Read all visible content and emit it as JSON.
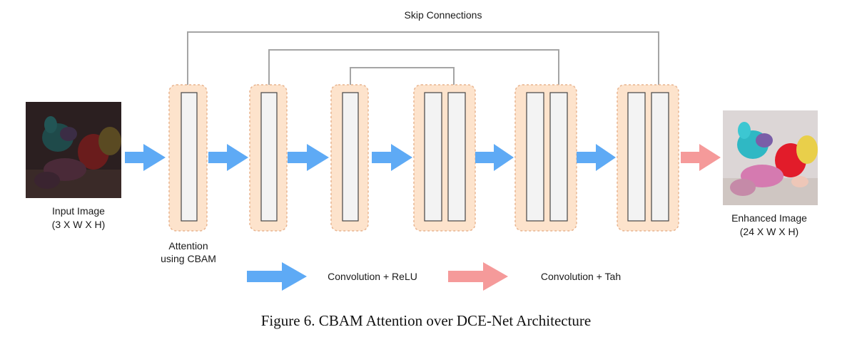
{
  "diagram": {
    "skip_label": "Skip Connections",
    "input_label_line1": "Input Image",
    "input_label_line2": "(3 X W X H)",
    "attention_label_line1": "Attention",
    "attention_label_line2": "using CBAM",
    "output_label_line1": "Enhanced Image",
    "output_label_line2": "(24 X W X H)",
    "legend": [
      {
        "label": "Convolution + ReLU",
        "color": "#5eaaf5"
      },
      {
        "label": "Convolution + Tah",
        "color": "#f59a9a"
      }
    ],
    "colors": {
      "block_fill": "#fde3cc",
      "block_border": "#e8b48f",
      "layer_fill": "#f3f3f3",
      "layer_border": "#444444",
      "skip_line": "#a5a5a5"
    }
  },
  "caption": "Figure 6. CBAM Attention over DCE-Net Architecture"
}
